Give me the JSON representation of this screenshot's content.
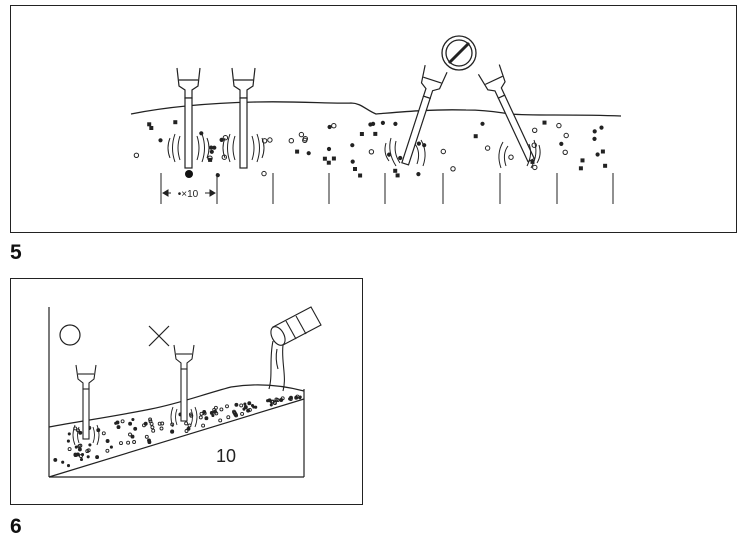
{
  "figure5": {
    "number": "5",
    "spacing_label": "•×10"
  },
  "figure6": {
    "number": "6",
    "depth_label": "10",
    "correct_symbol": "circle",
    "wrong_symbol": "cross"
  },
  "icons": [
    "vibrator-needle-icon",
    "prohibited-sign-icon",
    "concrete-chute-icon",
    "vibration-waves-icon"
  ],
  "colors": {
    "line": "#222222",
    "background": "#ffffff"
  }
}
